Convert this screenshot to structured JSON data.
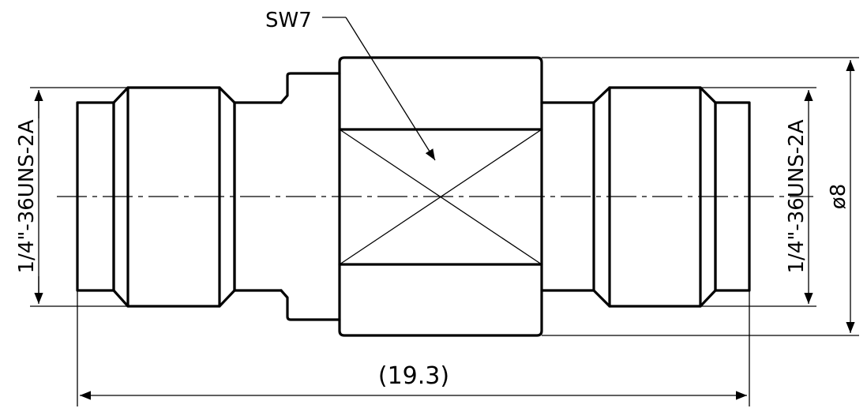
{
  "labels": {
    "wrench_size": "SW7",
    "thread_left": "1/4\"-36UNS-2A",
    "thread_right": "1/4\"-36UNS-2A",
    "diameter": "ø8",
    "overall_length": "(19.3)"
  }
}
